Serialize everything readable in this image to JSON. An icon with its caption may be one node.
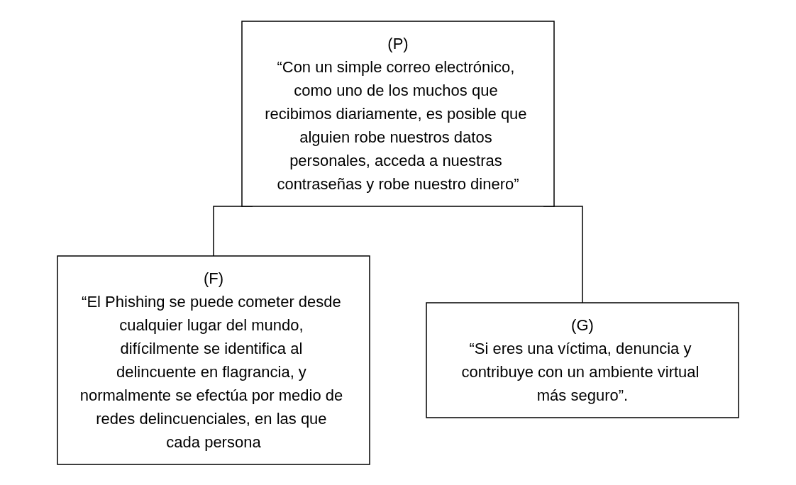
{
  "diagram": {
    "nodes": [
      {
        "text": [
          "(P)",
          "“Con un simple correo electrónico, como uno de los muchos que recibimos diariamente, es posible que alguien robe nuestros datos personales, acceda a nuestras contraseñas y robe nuestro dinero”"
        ]
      },
      {
        "text": [
          "(F)",
          "“El Phishing se puede cometer desde cualquier lugar del mundo, difícilmente se identifica al delincuente en flagrancia, y normalmente se efectúa por medio de redes delincuenciales, en las que cada persona"
        ]
      },
      {
        "text": [
          "(G)",
          "“Si eres una víctima, denuncia y contribuye con un ambiente virtual más seguro”."
        ]
      }
    ],
    "edges": [
      {
        "from": 0,
        "to": 1,
        "arrow": "none"
      },
      {
        "from": 0,
        "to": 2,
        "arrow": "none"
      }
    ]
  }
}
